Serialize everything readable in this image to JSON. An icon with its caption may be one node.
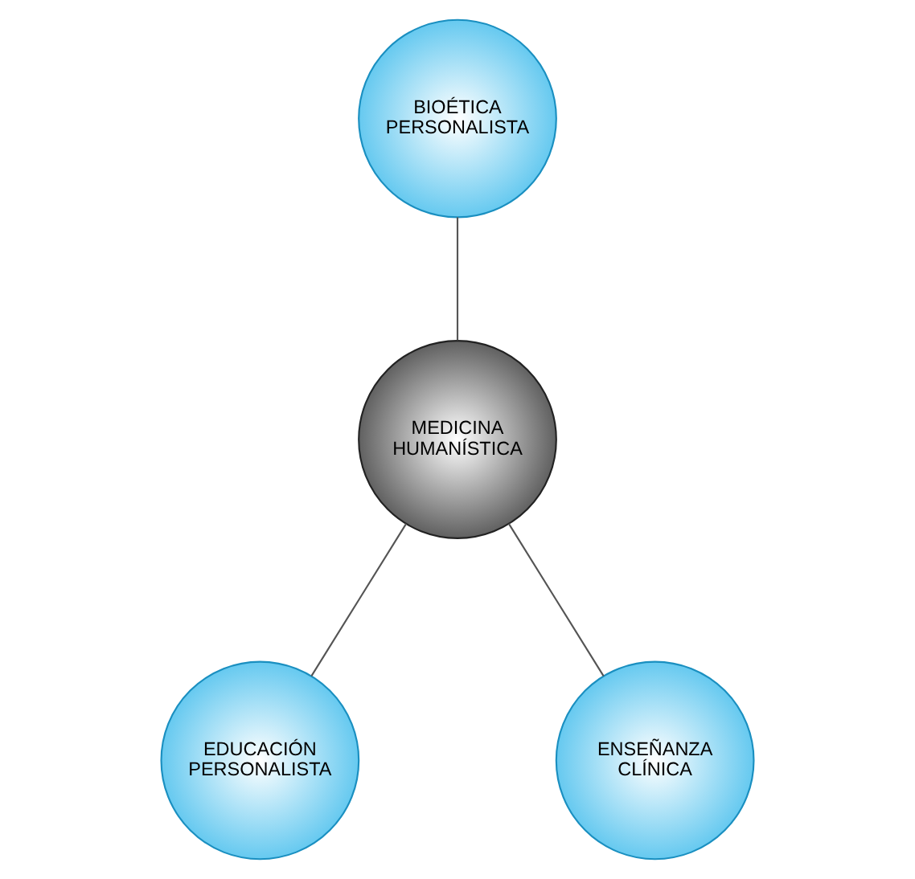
{
  "diagram": {
    "nodes": [
      {
        "text": [
          "MEDICINA HUMANÍSTICA"
        ]
      },
      {
        "text": [
          "BIOÉTICA PERSONALISTA"
        ]
      },
      {
        "text": [
          "EDUCACIÓN PERSONALISTA"
        ]
      },
      {
        "text": [
          "ENSEÑANZA CLÍNICA"
        ]
      }
    ],
    "edges": [
      {
        "from": 1,
        "to": 0,
        "arrow": "none"
      },
      {
        "from": 0,
        "to": 2,
        "arrow": "none"
      },
      {
        "from": 0,
        "to": 3,
        "arrow": "none"
      }
    ]
  }
}
